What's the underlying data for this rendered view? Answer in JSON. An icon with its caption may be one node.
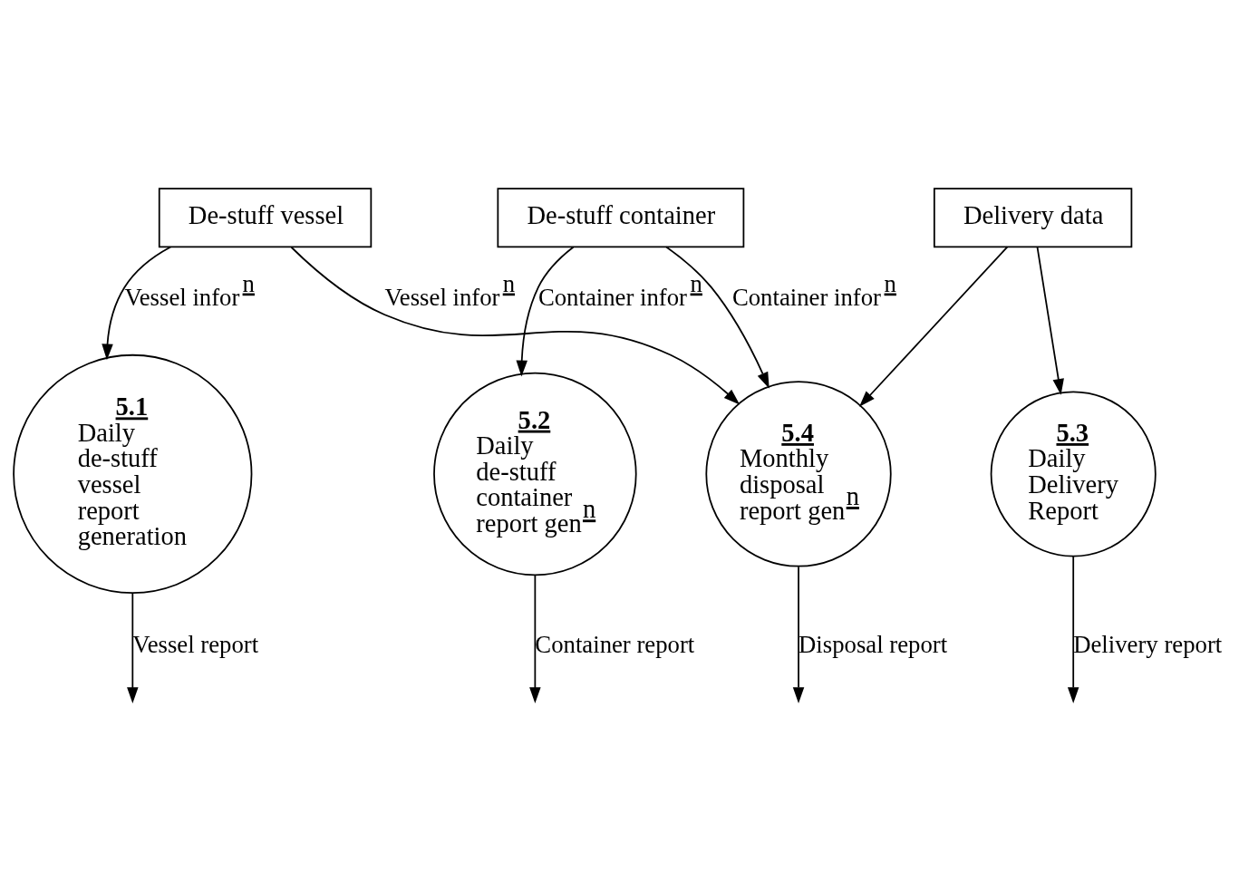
{
  "diagram": {
    "nodes": [
      {
        "text": [
          "De-stuff vessel"
        ]
      },
      {
        "text": [
          "5.1",
          "Daily de-stuff vessel report generation"
        ]
      },
      {
        "text": [
          "De-stuff container"
        ]
      },
      {
        "text": [
          "5.4",
          "Monthly disposal report gen$^{n}$"
        ]
      },
      {
        "text": [
          "5.2",
          "Daily de-stuff container report gen$^{n}$"
        ]
      },
      {
        "text": [
          "Delivery data"
        ]
      },
      {
        "text": [
          "5.3",
          "Daily Delivery Report"
        ]
      }
    ],
    "edges": [
      {
        "from": 0,
        "to": 1,
        "arrow": "to",
        "label": "Vessel infor$^{n}$"
      },
      {
        "from": 1,
        "to": null,
        "arrow": "to",
        "label": "Vessel report"
      },
      {
        "from": 0,
        "to": 3,
        "arrow": "to",
        "label": "Vessel infor$^{n}$"
      },
      {
        "from": 2,
        "to": 3,
        "arrow": "to",
        "label": "Container infor$^{n}$"
      },
      {
        "from": 2,
        "to": 4,
        "arrow": "to",
        "label": "Container infor$^{n}$"
      },
      {
        "from": 3,
        "to": null,
        "arrow": "to",
        "label": "Disposal report"
      },
      {
        "from": 4,
        "to": null,
        "arrow": "to",
        "label": "Container report"
      },
      {
        "from": 5,
        "to": 3,
        "arrow": "to"
      },
      {
        "from": 5,
        "to": 6,
        "arrow": "to"
      },
      {
        "from": 6,
        "to": null,
        "arrow": "to",
        "label": "Delivery report"
      }
    ]
  }
}
